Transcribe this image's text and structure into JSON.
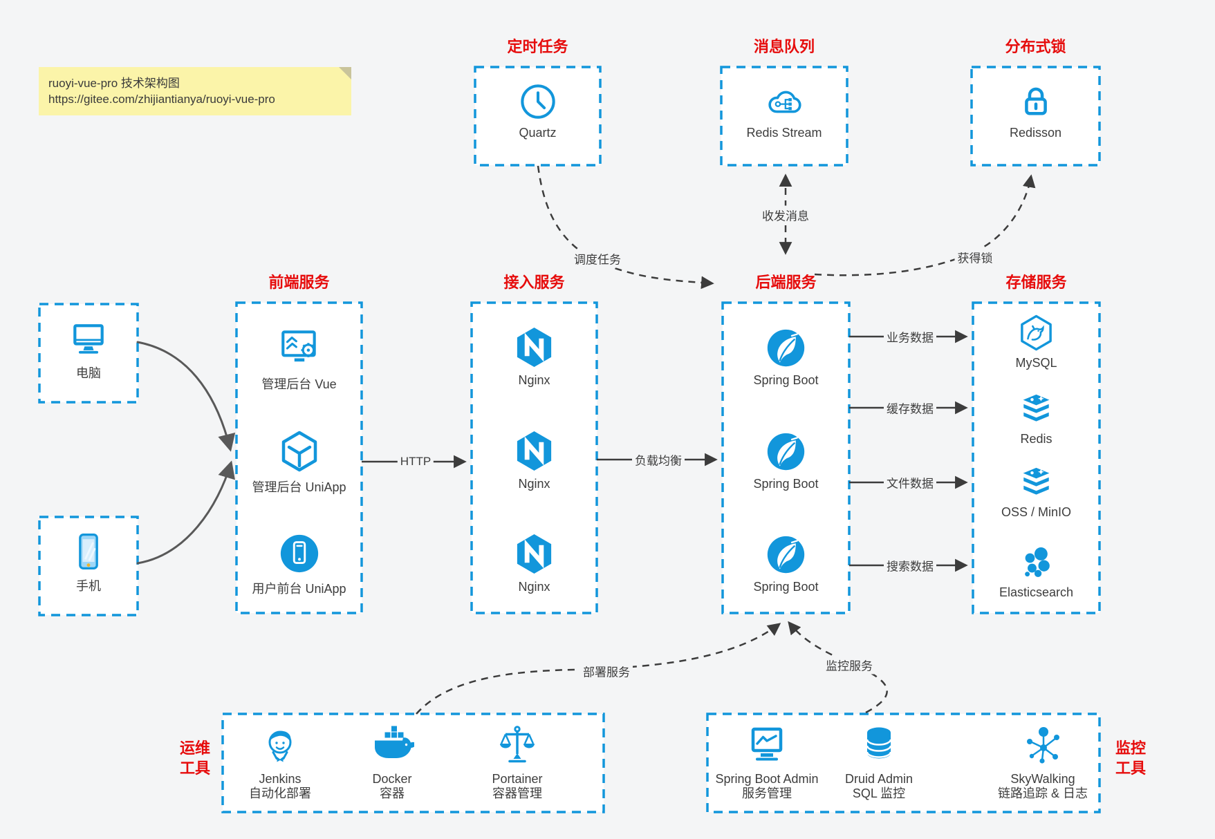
{
  "colors": {
    "canvas_bg": "#f4f5f6",
    "box_fill": "#ffffff",
    "accent_blue": "#1296db",
    "title_red": "#e60c0c",
    "arrow_dark": "#3c3c3c",
    "client_arrow_gray": "#595959",
    "note_yellow": "#fbf4a9"
  },
  "note": {
    "line1": "ruoyi-vue-pro 技术架构图",
    "line2": "https://gitee.com/zhijiantianya/ruoyi-vue-pro"
  },
  "groups": {
    "scheduler": {
      "title": "定时任务",
      "items": [
        {
          "label": "Quartz",
          "icon": "clock-icon"
        }
      ]
    },
    "mq": {
      "title": "消息队列",
      "items": [
        {
          "label": "Redis Stream",
          "icon": "cloud-stream-icon"
        }
      ]
    },
    "lock": {
      "title": "分布式锁",
      "items": [
        {
          "label": "Redisson",
          "icon": "padlock-icon"
        }
      ]
    },
    "clients": {
      "computer": {
        "label": "电脑",
        "icon": "desktop-icon"
      },
      "phone": {
        "label": "手机",
        "icon": "smartphone-icon"
      }
    },
    "frontend": {
      "title": "前端服务",
      "items": [
        {
          "label": "管理后台 Vue",
          "icon": "admin-vue-icon"
        },
        {
          "label": "管理后台 UniApp",
          "icon": "uniapp-cube-icon"
        },
        {
          "label": "用户前台 UniApp",
          "icon": "user-app-icon"
        }
      ]
    },
    "gateway": {
      "title": "接入服务",
      "items": [
        {
          "label": "Nginx",
          "icon": "nginx-icon"
        },
        {
          "label": "Nginx",
          "icon": "nginx-icon"
        },
        {
          "label": "Nginx",
          "icon": "nginx-icon"
        }
      ]
    },
    "backend": {
      "title": "后端服务",
      "items": [
        {
          "label": "Spring Boot",
          "icon": "spring-boot-icon"
        },
        {
          "label": "Spring Boot",
          "icon": "spring-boot-icon"
        },
        {
          "label": "Spring Boot",
          "icon": "spring-boot-icon"
        }
      ]
    },
    "storage": {
      "title": "存储服务",
      "items": [
        {
          "label": "MySQL",
          "icon": "mysql-icon"
        },
        {
          "label": "Redis",
          "icon": "redis-stack-icon"
        },
        {
          "label": "OSS / MinIO",
          "icon": "oss-minio-icon"
        },
        {
          "label": "Elasticsearch",
          "icon": "elasticsearch-icon"
        }
      ]
    },
    "devops": {
      "title_line1": "运维",
      "title_line2": "工具",
      "items": [
        {
          "name": "Jenkins",
          "sub": "自动化部署",
          "icon": "jenkins-icon"
        },
        {
          "name": "Docker",
          "sub": "容器",
          "icon": "docker-whale-icon"
        },
        {
          "name": "Portainer",
          "sub": "容器管理",
          "icon": "scales-icon"
        }
      ]
    },
    "monitoring": {
      "title_line1": "监控",
      "title_line2": "工具",
      "items": [
        {
          "name": "Spring Boot Admin",
          "sub": "服务管理",
          "icon": "admin-monitor-icon"
        },
        {
          "name": "Druid Admin",
          "sub": "SQL 监控",
          "icon": "database-icon"
        },
        {
          "name": "SkyWalking",
          "sub": "链路追踪 & 日志",
          "icon": "topology-icon"
        }
      ]
    }
  },
  "edges": {
    "http": "HTTP",
    "load_balance": "负载均衡",
    "business_data": "业务数据",
    "cache_data": "缓存数据",
    "file_data": "文件数据",
    "search_data": "搜索数据",
    "schedule_task": "调度任务",
    "send_receive_msg": "收发消息",
    "acquire_lock": "获得锁",
    "deploy_service": "部署服务",
    "monitor_service": "监控服务"
  }
}
